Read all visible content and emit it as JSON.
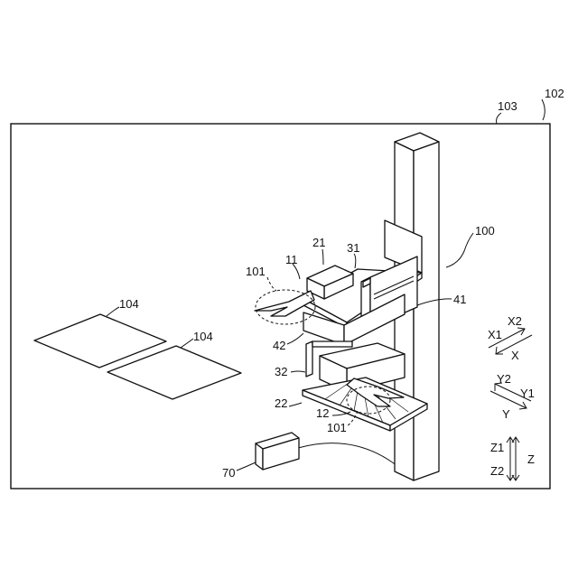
{
  "labels": {
    "system": "102",
    "enclosure": "103",
    "device": "100",
    "arm_upper": "21",
    "hand_upper": "11",
    "drive_upper": "31",
    "substrate_upper": "101",
    "linear_guide_upper": "41",
    "support_upper": "42",
    "arm_lower": "32",
    "drive_lower": "22",
    "hand_lower": "12",
    "substrate_lower": "101",
    "controller": "70",
    "station_a": "104",
    "station_b": "104"
  },
  "axes": {
    "x_pos": "X1",
    "x_neg": "X2",
    "x": "X",
    "y_pos": "Y2",
    "y_neg": "Y1",
    "y": "Y",
    "z_pos": "Z1",
    "z_neg": "Z2",
    "z": "Z"
  }
}
